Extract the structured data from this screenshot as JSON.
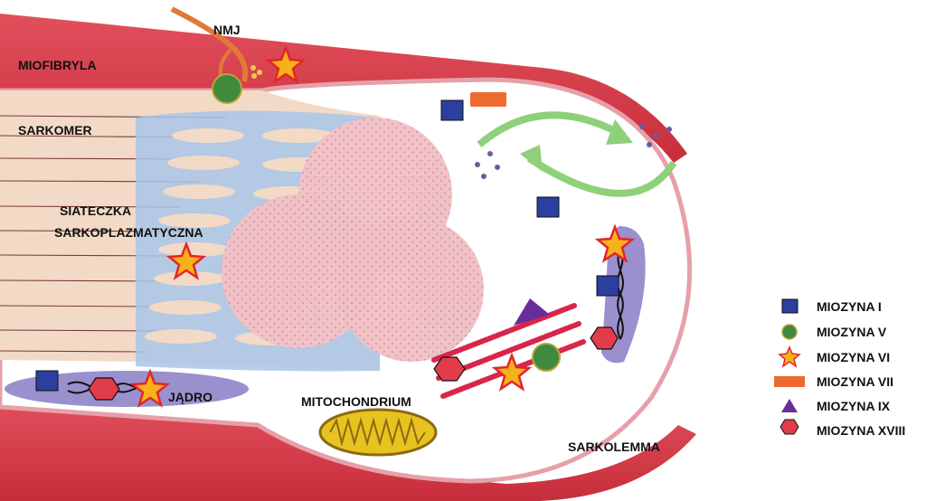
{
  "labels": {
    "nmj": "NMJ",
    "miofibryla": "MIOFIBRYLA",
    "sarkomer": "SARKOMER",
    "siateczka_1": "SIATECZKA",
    "siateczka_2": "SARKOPLAZMATYCZNA",
    "jadro": "JĄDRO",
    "mitochondrium": "MITOCHONDRIUM",
    "sarkolemma": "SARKOLEMMA"
  },
  "legend": [
    {
      "label": "MIOZYNA I",
      "icon": "blue-square-icon"
    },
    {
      "label": "MIOZYNA V",
      "icon": "green-circle-icon"
    },
    {
      "label": "MIOZYNA VI",
      "icon": "orange-star-icon"
    },
    {
      "label": "MIOZYNA VII",
      "icon": "orange-rectangle-icon"
    },
    {
      "label": "MIOZYNA IX",
      "icon": "purple-triangle-icon"
    },
    {
      "label": "MIOZYNA XVIII",
      "icon": "red-hexagon-icon"
    }
  ],
  "colors": {
    "myosin_i": "#2b3fa0",
    "myosin_v": "#3f8a3c",
    "myosin_vi": "#f7b21b",
    "myosin_vi_border": "#e3262a",
    "myosin_vii": "#ee6a2e",
    "myosin_ix": "#6b2d9c",
    "myosin_xviii": "#e23b4a",
    "muscle_red": "#d63b49",
    "sarcomere": "#f2dac6",
    "reticulum": "#a9c6e8",
    "nucleus_pink": "#f0c2c8",
    "arrow_green": "#8fd07a"
  }
}
